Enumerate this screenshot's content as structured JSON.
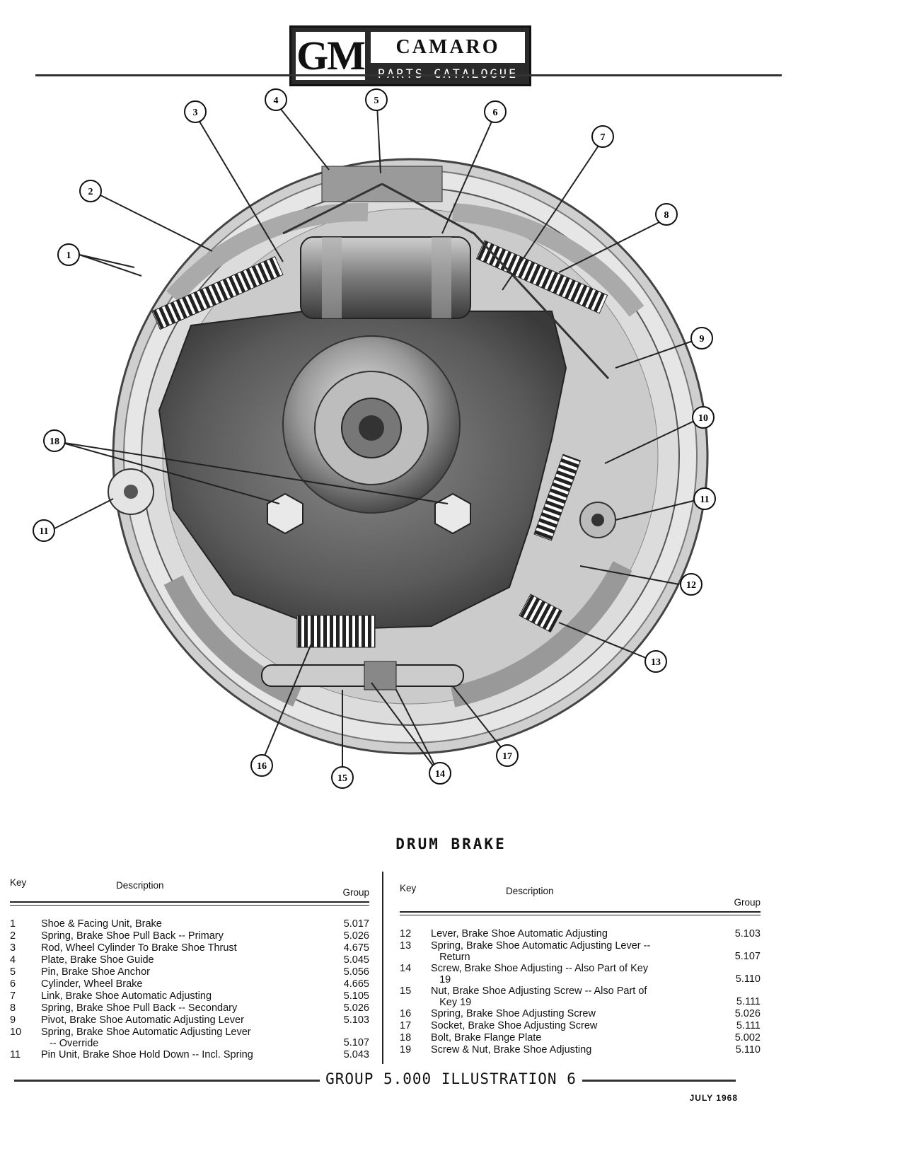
{
  "header": {
    "logo_text": "GM",
    "title": "CAMARO",
    "subtitle": "PARTS CATALOGUE"
  },
  "illustration": {
    "caption": "DRUM BRAKE",
    "callouts": [
      "1",
      "2",
      "3",
      "4",
      "5",
      "6",
      "7",
      "8",
      "9",
      "10",
      "11",
      "11",
      "12",
      "13",
      "14",
      "15",
      "16",
      "17",
      "18"
    ]
  },
  "table": {
    "col_key": "Key",
    "col_description": "Description",
    "col_group": "Group",
    "left_rows": [
      {
        "key": "1",
        "desc": "Shoe & Facing Unit, Brake",
        "group": "5.017"
      },
      {
        "key": "2",
        "desc": "Spring, Brake Shoe Pull Back -- Primary",
        "group": "5.026"
      },
      {
        "key": "3",
        "desc": "Rod, Wheel Cylinder To Brake Shoe Thrust",
        "group": "4.675"
      },
      {
        "key": "4",
        "desc": "Plate, Brake Shoe Guide",
        "group": "5.045"
      },
      {
        "key": "5",
        "desc": "Pin, Brake Shoe Anchor",
        "group": "5.056"
      },
      {
        "key": "6",
        "desc": "Cylinder, Wheel Brake",
        "group": "4.665"
      },
      {
        "key": "7",
        "desc": "Link, Brake Shoe Automatic Adjusting",
        "group": "5.105"
      },
      {
        "key": "8",
        "desc": "Spring, Brake Shoe Pull Back -- Secondary",
        "group": "5.026"
      },
      {
        "key": "9",
        "desc": "Pivot, Brake Shoe Automatic Adjusting Lever",
        "group": "5.103"
      },
      {
        "key": "10",
        "desc": "Spring, Brake Shoe Automatic Adjusting Lever\n   -- Override",
        "group": "5.107"
      },
      {
        "key": "11",
        "desc": "Pin Unit, Brake Shoe Hold Down -- Incl. Spring",
        "group": "5.043"
      }
    ],
    "right_rows": [
      {
        "key": "12",
        "desc": "Lever, Brake Shoe Automatic Adjusting",
        "group": "5.103"
      },
      {
        "key": "13",
        "desc": "Spring, Brake Shoe Automatic Adjusting Lever --\n   Return",
        "group": "5.107"
      },
      {
        "key": "14",
        "desc": "Screw, Brake Shoe Adjusting -- Also Part of Key\n   19",
        "group": "5.110"
      },
      {
        "key": "15",
        "desc": "Nut, Brake Shoe Adjusting Screw -- Also Part of\n   Key 19",
        "group": "5.111"
      },
      {
        "key": "16",
        "desc": "Spring, Brake Shoe Adjusting Screw",
        "group": "5.026"
      },
      {
        "key": "17",
        "desc": "Socket, Brake Shoe Adjusting Screw",
        "group": "5.111"
      },
      {
        "key": "18",
        "desc": "Bolt, Brake Flange Plate",
        "group": "5.002"
      },
      {
        "key": "19",
        "desc": "Screw & Nut, Brake Shoe Adjusting",
        "group": "5.110"
      }
    ]
  },
  "footer": {
    "text": "GROUP 5.000 ILLUSTRATION 6",
    "date": "JULY 1968"
  }
}
